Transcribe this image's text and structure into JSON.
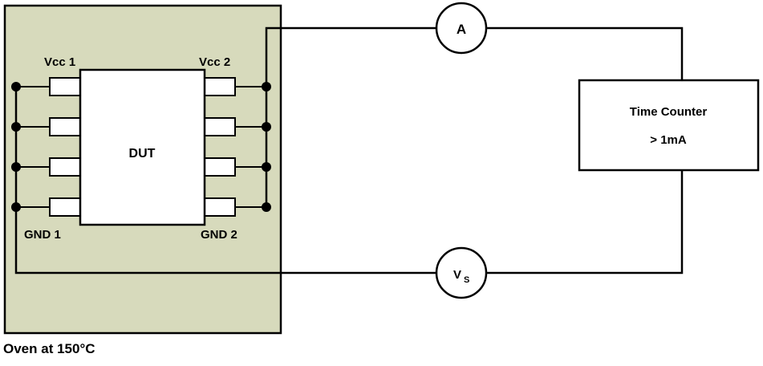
{
  "diagram": {
    "oven_caption": "Oven at 150°C",
    "dut_label": "DUT",
    "vcc1_label": "Vcc 1",
    "vcc2_label": "Vcc 2",
    "gnd1_label": "GND 1",
    "gnd2_label": "GND 2",
    "ammeter_label": "A",
    "vsource_main": "V",
    "vsource_sub": "S",
    "time_counter_line1": "Time Counter",
    "time_counter_line2": "> 1mA",
    "colors": {
      "oven_fill": "#d7dabc",
      "stroke": "#000000",
      "component_fill": "#ffffff"
    }
  }
}
